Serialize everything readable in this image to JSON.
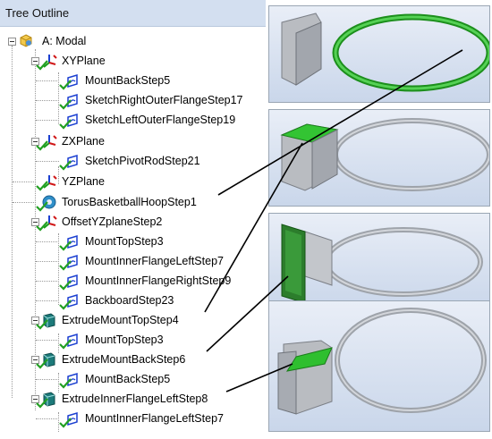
{
  "panel": {
    "title": "Tree Outline"
  },
  "tree": {
    "root": "A: Modal",
    "items": [
      {
        "label": "XYPlane",
        "icon": "plane-icon"
      },
      {
        "label": "MountBackStep5",
        "icon": "sketch-icon"
      },
      {
        "label": "SketchRightOuterFlangeStep17",
        "icon": "sketch-icon"
      },
      {
        "label": "SketchLeftOuterFlangeStep19",
        "icon": "sketch-icon"
      },
      {
        "label": "ZXPlane",
        "icon": "plane-icon"
      },
      {
        "label": "SketchPivotRodStep21",
        "icon": "sketch-icon"
      },
      {
        "label": "YZPlane",
        "icon": "plane-icon"
      },
      {
        "label": "TorusBasketballHoopStep1",
        "icon": "torus-icon"
      },
      {
        "label": "OffsetYZplaneStep2",
        "icon": "plane-icon"
      },
      {
        "label": "MountTopStep3",
        "icon": "sketch-icon"
      },
      {
        "label": "MountInnerFlangeLeftStep7",
        "icon": "sketch-icon"
      },
      {
        "label": "MountInnerFlangeRightStep9",
        "icon": "sketch-icon"
      },
      {
        "label": "BackboardStep23",
        "icon": "sketch-icon"
      },
      {
        "label": "ExtrudeMountTopStep4",
        "icon": "extrude-icon"
      },
      {
        "label": "MountTopStep3",
        "icon": "sketch-icon"
      },
      {
        "label": "ExtrudeMountBackStep6",
        "icon": "extrude-icon"
      },
      {
        "label": "MountBackStep5",
        "icon": "sketch-icon"
      },
      {
        "label": "ExtrudeInnerFlangeLeftStep8",
        "icon": "extrude-icon"
      },
      {
        "label": "MountInnerFlangeLeftStep7",
        "icon": "sketch-icon"
      }
    ]
  },
  "colors": {
    "header": "#d3dff0",
    "highlight_green": "#2bb52b",
    "thumb_bg": "#dfe7f4"
  }
}
